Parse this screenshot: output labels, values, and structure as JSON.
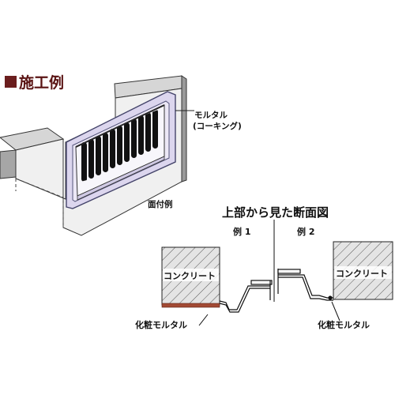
{
  "heading": "施工例",
  "labels": {
    "mortar": "モルタル",
    "caulking": "(コーキング)",
    "face_example": "面付例",
    "section_title": "上部から見た断面図",
    "example1": "例 1",
    "example2": "例 2",
    "concrete_left": "コンクリート",
    "concrete_right": "コンクリート",
    "finish_mortar_left": "化粧モルタル",
    "finish_mortar_right": "化粧モルタル"
  },
  "colors": {
    "heading_square": "#6b1e1e",
    "heading_text": "#5a1414",
    "frame_fill": "#dcd6ee",
    "frame_edge": "#6a6a8a",
    "finish_mortar": "#a24a34",
    "wall_face": "#f0f0f0",
    "wall_top": "#d6d6d6",
    "wall_side": "#a6a6a6"
  }
}
